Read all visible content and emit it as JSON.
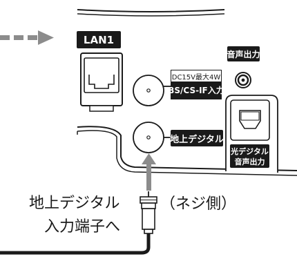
{
  "labels": {
    "lan1": "LAN1",
    "audio_out": "音声出力",
    "dc_spec": "DC15V最大4W",
    "bs_cs_if": "BS/CS-IF入力",
    "terrestrial_port": "地上デジタル",
    "optical_line1": "光デジタル",
    "optical_line2": "音声出力"
  },
  "callouts": {
    "input_line1": "地上デジタル",
    "input_line2": "入力端子へ",
    "screw_side": "（ネジ側）"
  },
  "colors": {
    "ink": "#1a1a1a",
    "arrow_gray": "#8c8c8c",
    "panel_fill": "#ffffff"
  },
  "icons": {
    "lan_port": "rj45-port-icon",
    "optical_port": "optical-port-icon",
    "coax_connector": "f-connector-icon",
    "audio_jack": "audio-jack-icon"
  }
}
